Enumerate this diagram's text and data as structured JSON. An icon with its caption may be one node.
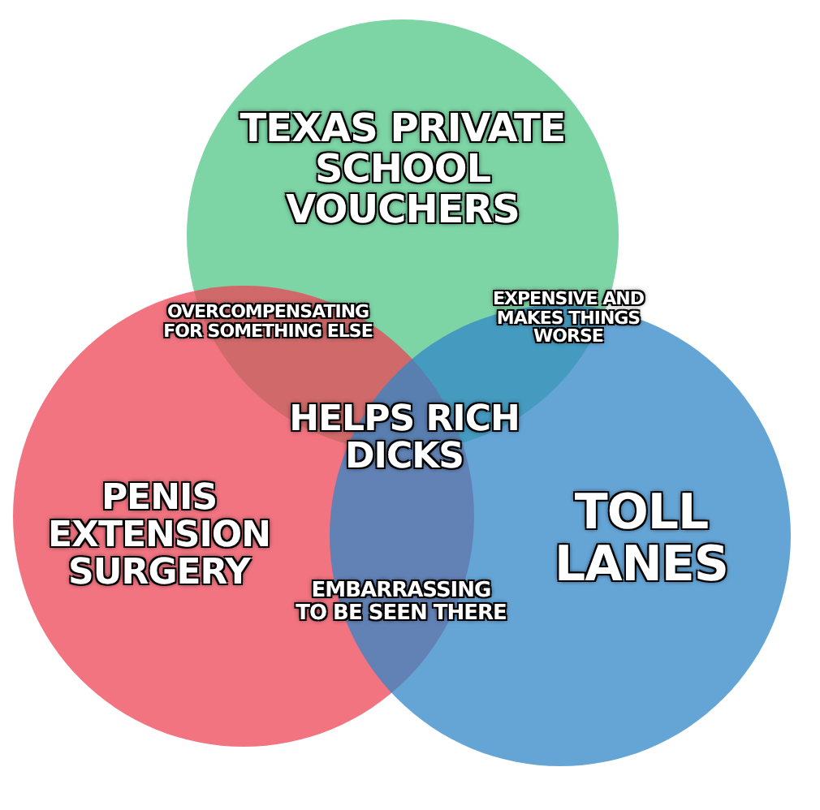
{
  "diagram": {
    "nodes": [
      {
        "text": [
          "TEXAS PRIVATE SCHOOL VOUCHERS"
        ]
      },
      {
        "text": [
          "PENIS EXTENSION SURGERY"
        ]
      },
      {
        "text": [
          "TOLL LANES"
        ]
      }
    ],
    "labels": [
      "OVERCOMPENSATING FOR SOMETHING ELSE",
      "EXPENSIVE AND MAKES THINGS WORSE",
      "HELPS RICH DICKS",
      "EMBARRASSING TO BE SEEN THERE"
    ]
  }
}
